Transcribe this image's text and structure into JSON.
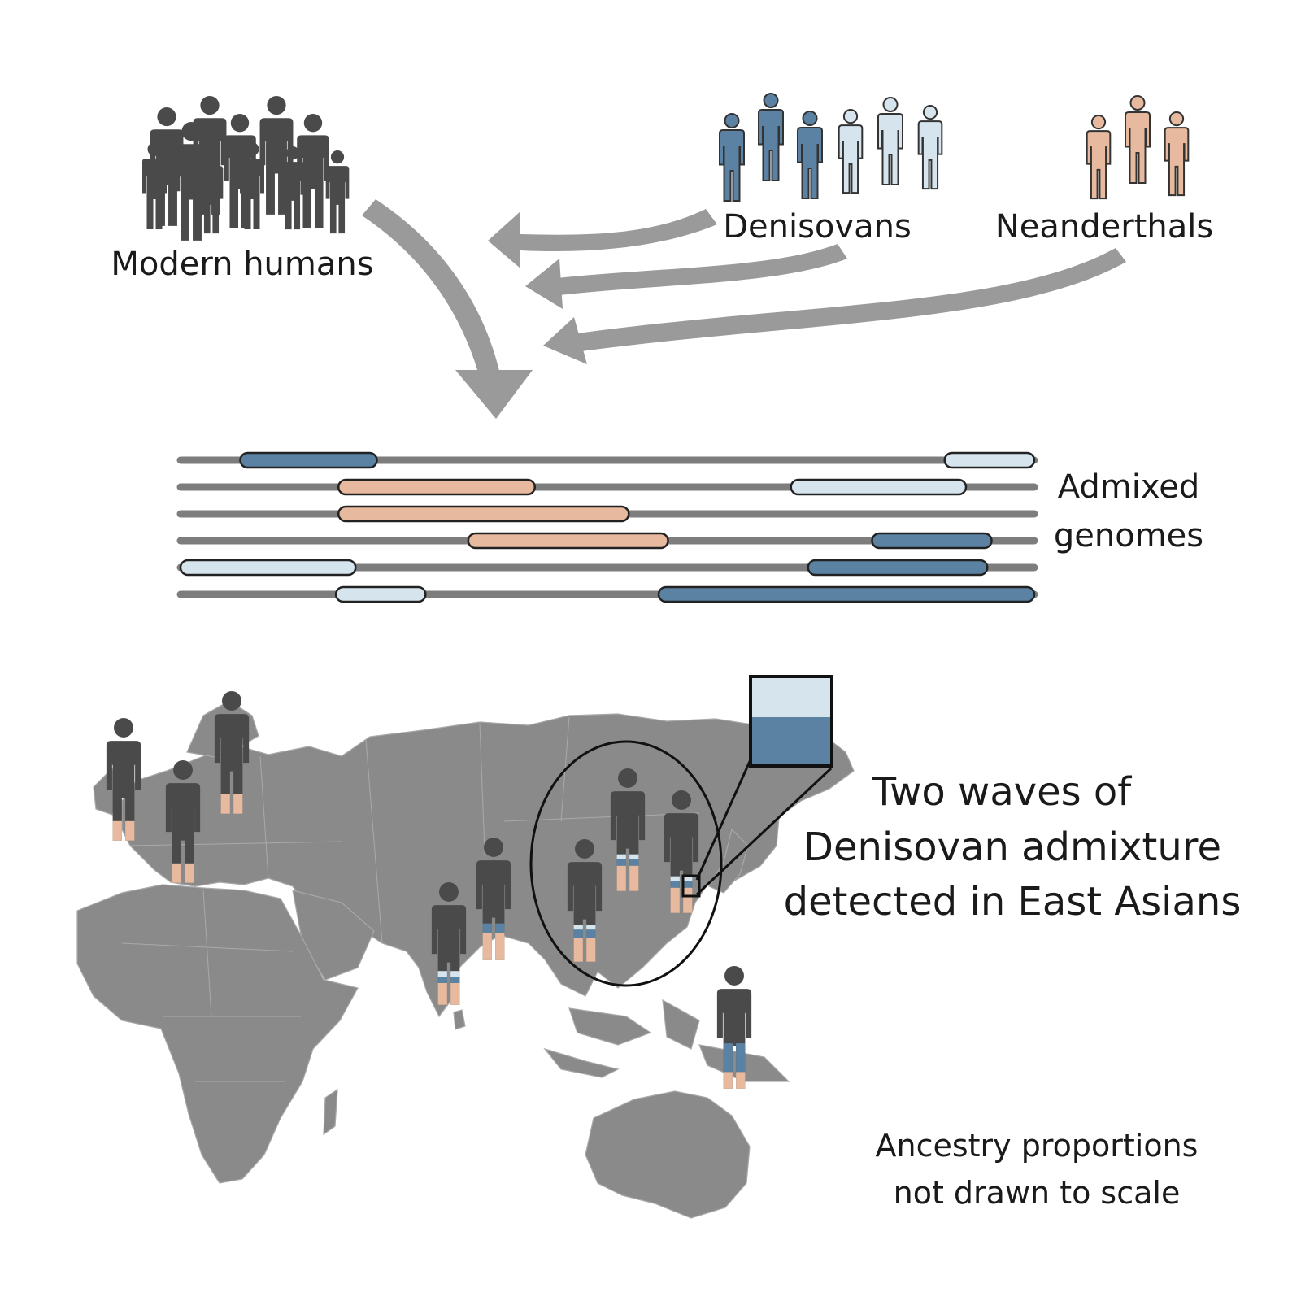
{
  "colors": {
    "human": "#4a4a4a",
    "denisovan_dark": "#5b82a3",
    "denisovan_light": "#d6e4ee",
    "neanderthal": "#e7baa0",
    "arrow": "#9a9a9a",
    "track": "#7d7d7d",
    "map": "#8a8a8a",
    "outline": "#222222"
  },
  "groups": {
    "modern_humans": {
      "label": "Modern humans",
      "icon": "person-crowd-icon"
    },
    "denisovans": {
      "label": "Denisovans",
      "icon": "person-group-icon"
    },
    "neanderthals": {
      "label": "Neanderthals",
      "icon": "person-group-icon"
    }
  },
  "genomes": {
    "label_line1": "Admixed",
    "label_line2": "genomes",
    "tracks": [
      [
        {
          "start": 0.07,
          "end": 0.23,
          "type": "denisovan_dark"
        },
        {
          "start": 0.895,
          "end": 1.0,
          "type": "denisovan_light"
        }
      ],
      [
        {
          "start": 0.185,
          "end": 0.415,
          "type": "neanderthal"
        },
        {
          "start": 0.715,
          "end": 0.92,
          "type": "denisovan_light"
        }
      ],
      [
        {
          "start": 0.185,
          "end": 0.525,
          "type": "neanderthal"
        }
      ],
      [
        {
          "start": 0.337,
          "end": 0.571,
          "type": "neanderthal"
        },
        {
          "start": 0.81,
          "end": 0.95,
          "type": "denisovan_dark"
        }
      ],
      [
        {
          "start": 0.0,
          "end": 0.205,
          "type": "denisovan_light"
        },
        {
          "start": 0.735,
          "end": 0.945,
          "type": "denisovan_dark"
        }
      ],
      [
        {
          "start": 0.182,
          "end": 0.287,
          "type": "denisovan_light"
        },
        {
          "start": 0.56,
          "end": 1.0,
          "type": "denisovan_dark"
        }
      ]
    ]
  },
  "map_section": {
    "map_icon": "world-map-icon",
    "callout_line1": "Two waves of",
    "callout_line2": "Denisovan admixture",
    "callout_line3": "detected in East Asians",
    "note_line1": "Ancestry proportions",
    "note_line2": "not drawn to scale"
  }
}
